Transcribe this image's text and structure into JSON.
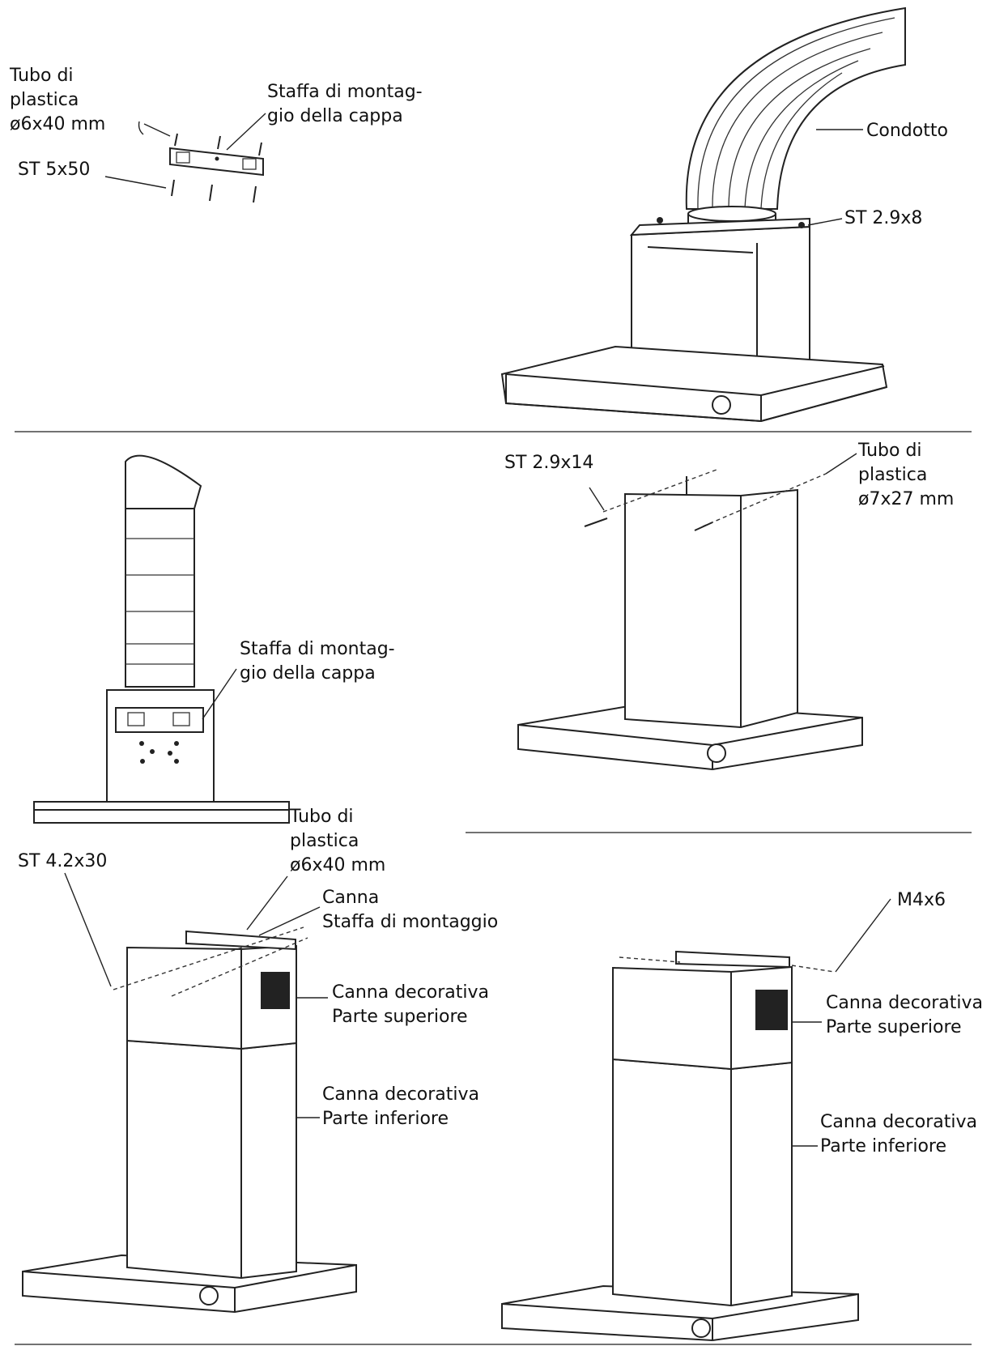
{
  "step1": {
    "bracket": {
      "anchor_label": [
        "Tubo di",
        "plastica",
        "ø6x40 mm"
      ],
      "bracket_label": [
        "Staffa di montag-",
        "gio della cappa"
      ],
      "screw_label": "ST 5x50"
    },
    "hood": {
      "duct_label": "Condotto",
      "screw_label": "ST 2.9x8"
    }
  },
  "step2": {
    "left": {
      "bracket_label": [
        "Staffa di montag-",
        "gio della cappa"
      ]
    },
    "right": {
      "screw_label": "ST 2.9x14",
      "anchor_label": [
        "Tubo di",
        "plastica",
        "ø7x27 mm"
      ]
    }
  },
  "step3": {
    "left": {
      "screw_label": "ST 4.2x30",
      "anchor_label": [
        "Tubo di",
        "plastica",
        "ø6x40 mm"
      ],
      "bracket_label": [
        "Canna",
        "Staffa di montaggio"
      ],
      "upper_label": [
        "Canna decorativa",
        "Parte superiore"
      ],
      "lower_label": [
        "Canna decorativa",
        "Parte inferiore"
      ]
    },
    "right": {
      "screw_label": "M4x6",
      "upper_label": [
        "Canna  decorativa",
        "Parte superiore"
      ],
      "lower_label": [
        "Canna  decorativa",
        "Parte inferiore"
      ]
    }
  }
}
